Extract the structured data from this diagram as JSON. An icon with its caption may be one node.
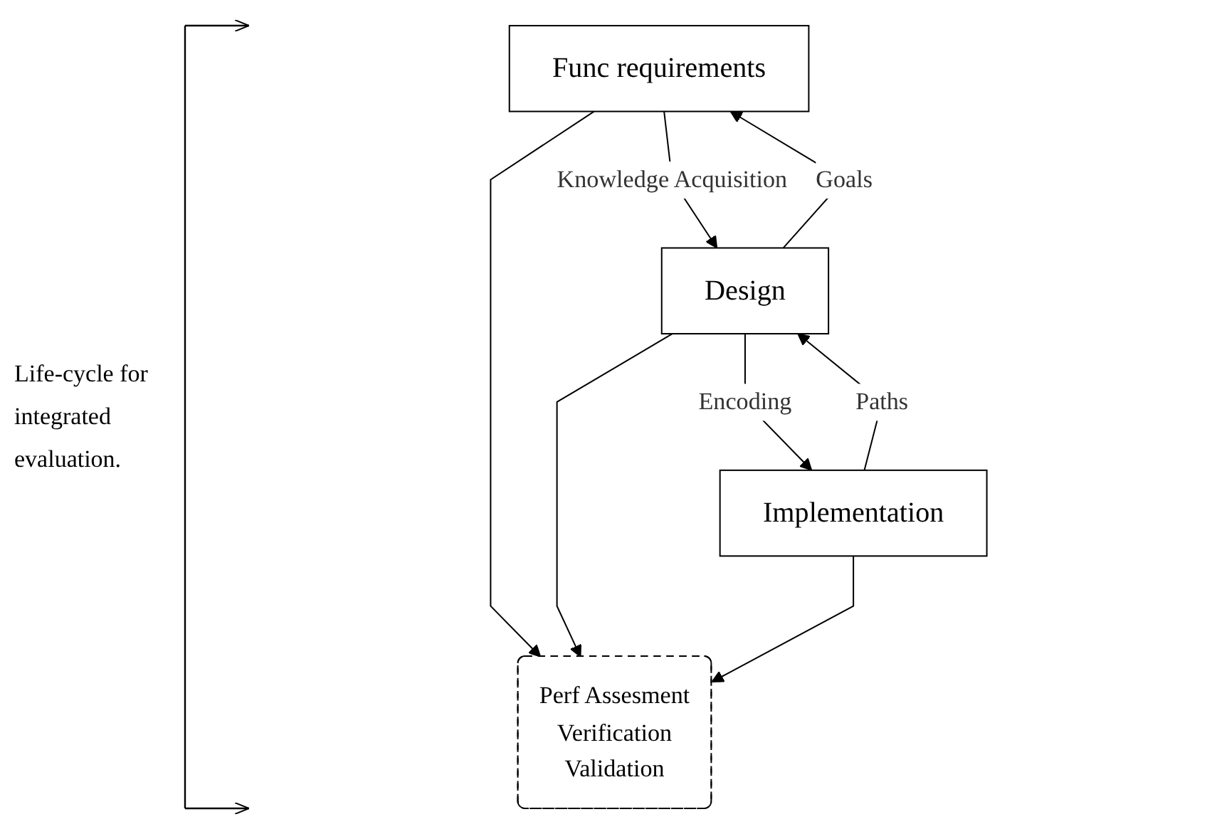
{
  "diagram": {
    "nodes": [
      {
        "text": [
          "Func requirements"
        ]
      },
      {
        "text": [
          "Design"
        ]
      },
      {
        "text": [
          "Implementation"
        ]
      },
      {
        "text": [
          "Perf Assesment",
          "Verification",
          "Validation"
        ]
      }
    ],
    "edges": [
      {
        "from": 1,
        "to": 0,
        "arrow": "to",
        "label": "Goals"
      },
      {
        "from": 0,
        "to": 1,
        "arrow": "to",
        "label": "Knowledge Acquisition"
      },
      {
        "from": 2,
        "to": 1,
        "arrow": "to",
        "label": "Paths"
      },
      {
        "from": 1,
        "to": 2,
        "arrow": "to",
        "label": "Encoding"
      },
      {
        "from": 0,
        "to": 3,
        "arrow": "to"
      },
      {
        "from": 1,
        "to": 3,
        "arrow": "to"
      },
      {
        "from": 2,
        "to": 3,
        "arrow": "to"
      }
    ],
    "labels": [
      "Life-cycle for integrated evaluation."
    ]
  }
}
